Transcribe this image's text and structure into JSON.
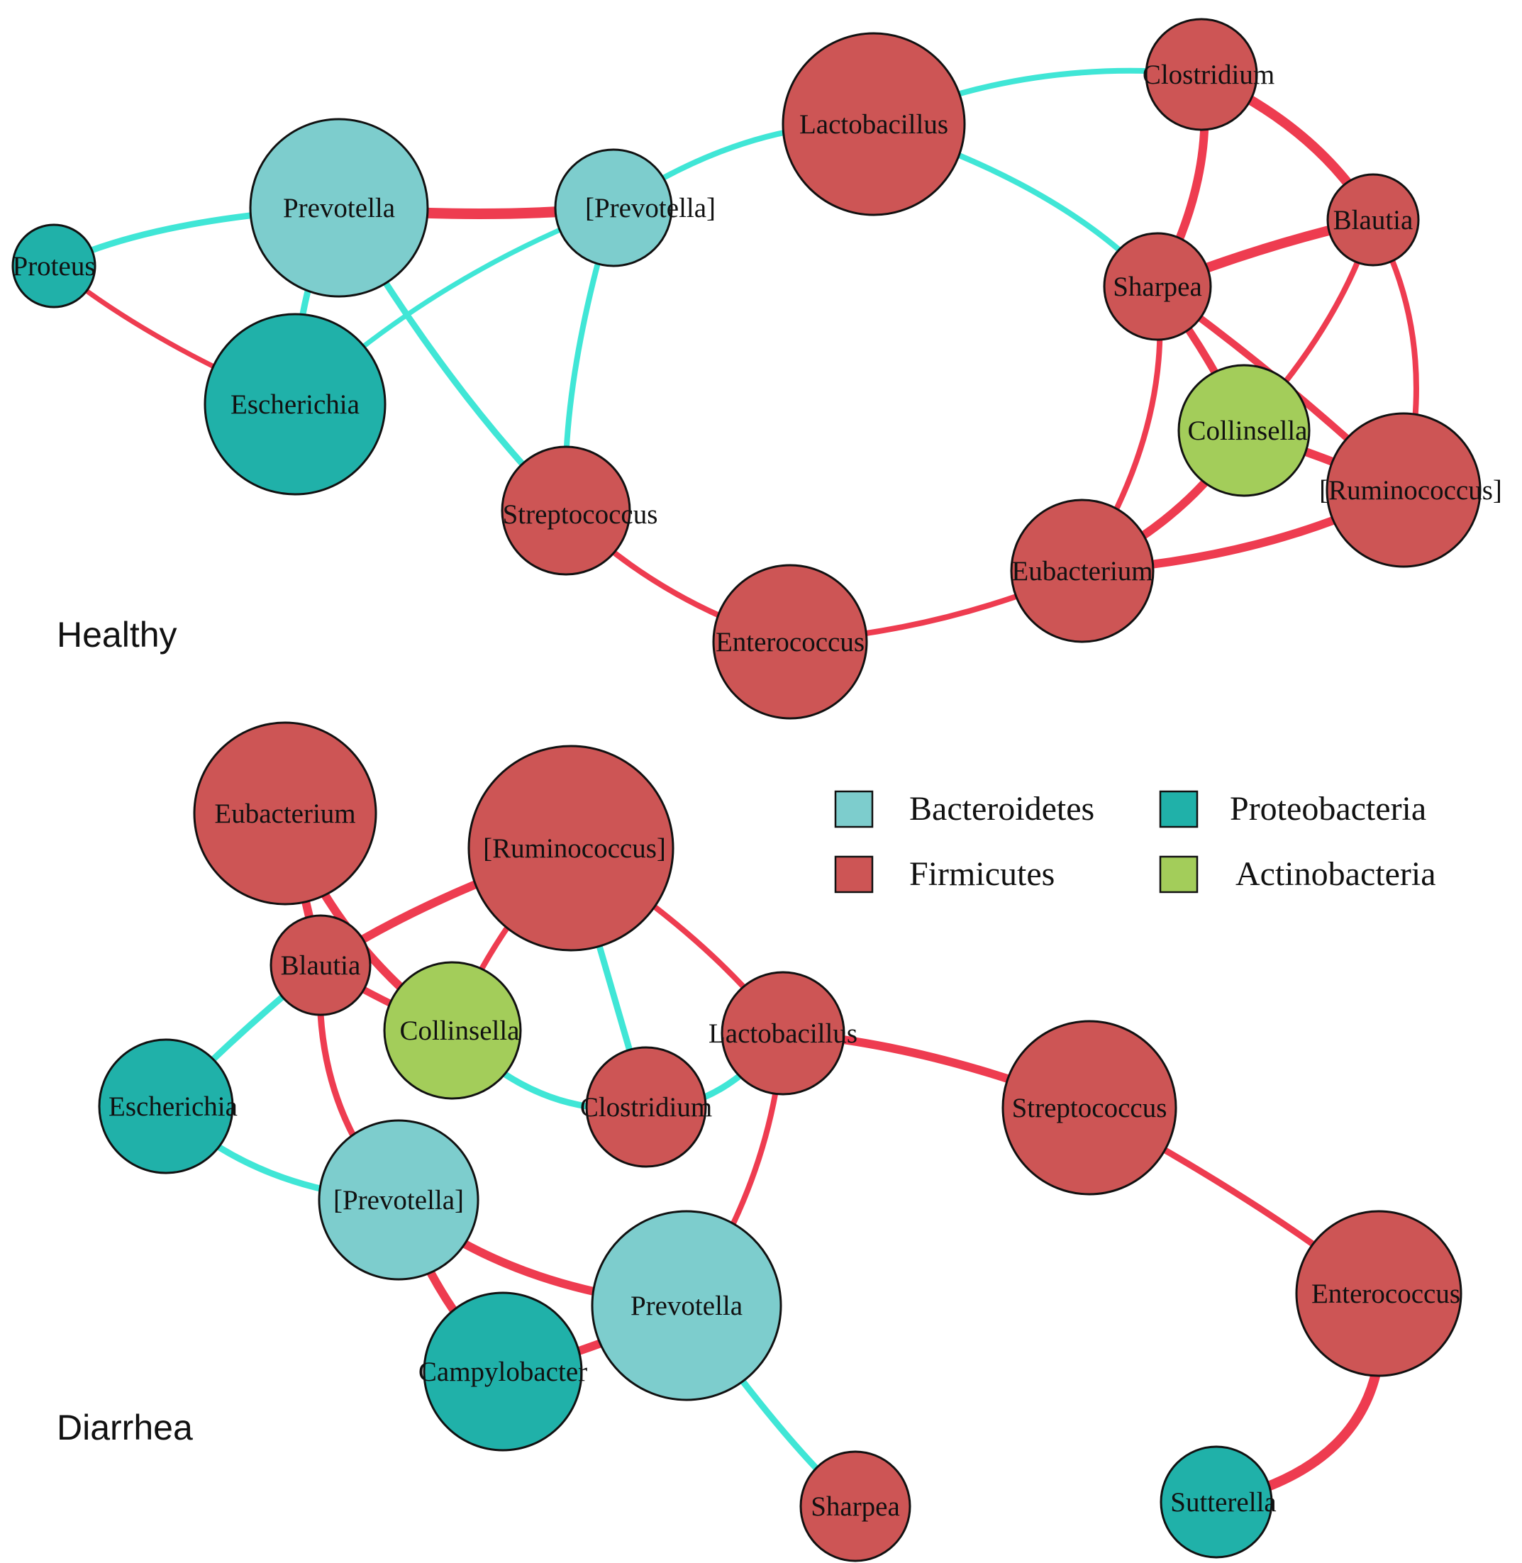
{
  "colors": {
    "bacteroidetes": "#7dcdcd",
    "firmicutes": "#cd5555",
    "proteobacteria": "#20b1a9",
    "actinobacteria": "#a3cd5a",
    "positive_edge": "#ee3c50",
    "negative_edge": "#40e6d6",
    "node_stroke": "#111111"
  },
  "legend": [
    {
      "phylum": "bacteroidetes",
      "label": "Bacteroidetes"
    },
    {
      "phylum": "proteobacteria",
      "label": "Proteobacteria"
    },
    {
      "phylum": "firmicutes",
      "label": "Firmicutes"
    },
    {
      "phylum": "actinobacteria",
      "label": "Actinobacteria"
    }
  ],
  "networks": [
    {
      "id": "healthy",
      "label": "Healthy",
      "nodes": [
        {
          "id": "proteus",
          "label": "Proteus",
          "phylum": "proteobacteria"
        },
        {
          "id": "prevotella",
          "label": "Prevotella",
          "phylum": "bacteroidetes"
        },
        {
          "id": "escherichia",
          "label": "Escherichia",
          "phylum": "proteobacteria"
        },
        {
          "id": "prevotella_b",
          "label": "[Prevotella]",
          "phylum": "bacteroidetes"
        },
        {
          "id": "lactobacillus",
          "label": "Lactobacillus",
          "phylum": "firmicutes"
        },
        {
          "id": "clostridium",
          "label": "Clostridium",
          "phylum": "firmicutes"
        },
        {
          "id": "blautia",
          "label": "Blautia",
          "phylum": "firmicutes"
        },
        {
          "id": "sharpea",
          "label": "Sharpea",
          "phylum": "firmicutes"
        },
        {
          "id": "collinsella",
          "label": "Collinsella",
          "phylum": "actinobacteria"
        },
        {
          "id": "ruminococcus",
          "label": "[Ruminococcus]",
          "phylum": "firmicutes"
        },
        {
          "id": "streptococcus",
          "label": "Streptococcus",
          "phylum": "firmicutes"
        },
        {
          "id": "eubacterium",
          "label": "Eubacterium",
          "phylum": "firmicutes"
        },
        {
          "id": "enterococcus",
          "label": "Enterococcus",
          "phylum": "firmicutes"
        }
      ],
      "edges": [
        {
          "source": "proteus",
          "target": "prevotella",
          "sign": "negative"
        },
        {
          "source": "proteus",
          "target": "escherichia",
          "sign": "positive"
        },
        {
          "source": "prevotella",
          "target": "escherichia",
          "sign": "negative"
        },
        {
          "source": "prevotella",
          "target": "prevotella_b",
          "sign": "positive"
        },
        {
          "source": "prevotella",
          "target": "streptococcus",
          "sign": "negative"
        },
        {
          "source": "escherichia",
          "target": "prevotella_b",
          "sign": "negative"
        },
        {
          "source": "prevotella_b",
          "target": "lactobacillus",
          "sign": "negative"
        },
        {
          "source": "prevotella_b",
          "target": "streptococcus",
          "sign": "negative"
        },
        {
          "source": "lactobacillus",
          "target": "clostridium",
          "sign": "negative"
        },
        {
          "source": "lactobacillus",
          "target": "sharpea",
          "sign": "negative"
        },
        {
          "source": "clostridium",
          "target": "sharpea",
          "sign": "positive"
        },
        {
          "source": "clostridium",
          "target": "blautia",
          "sign": "positive"
        },
        {
          "source": "sharpea",
          "target": "blautia",
          "sign": "positive"
        },
        {
          "source": "sharpea",
          "target": "collinsella",
          "sign": "positive"
        },
        {
          "source": "sharpea",
          "target": "ruminococcus",
          "sign": "positive"
        },
        {
          "source": "sharpea",
          "target": "eubacterium",
          "sign": "positive"
        },
        {
          "source": "blautia",
          "target": "collinsella",
          "sign": "positive"
        },
        {
          "source": "blautia",
          "target": "ruminococcus",
          "sign": "positive"
        },
        {
          "source": "collinsella",
          "target": "ruminococcus",
          "sign": "positive"
        },
        {
          "source": "collinsella",
          "target": "eubacterium",
          "sign": "positive"
        },
        {
          "source": "ruminococcus",
          "target": "eubacterium",
          "sign": "positive"
        },
        {
          "source": "streptococcus",
          "target": "enterococcus",
          "sign": "positive"
        },
        {
          "source": "enterococcus",
          "target": "eubacterium",
          "sign": "positive"
        }
      ]
    },
    {
      "id": "diarrhea",
      "label": "Diarrhea",
      "nodes": [
        {
          "id": "eubacterium",
          "label": "Eubacterium",
          "phylum": "firmicutes"
        },
        {
          "id": "ruminococcus",
          "label": "[Ruminococcus]",
          "phylum": "firmicutes"
        },
        {
          "id": "blautia",
          "label": "Blautia",
          "phylum": "firmicutes"
        },
        {
          "id": "collinsella",
          "label": "Collinsella",
          "phylum": "actinobacteria"
        },
        {
          "id": "lactobacillus",
          "label": "Lactobacillus",
          "phylum": "firmicutes"
        },
        {
          "id": "clostridium",
          "label": "Clostridium",
          "phylum": "firmicutes"
        },
        {
          "id": "escherichia",
          "label": "Escherichia",
          "phylum": "proteobacteria"
        },
        {
          "id": "streptococcus",
          "label": "Streptococcus",
          "phylum": "firmicutes"
        },
        {
          "id": "prevotella_b",
          "label": "[Prevotella]",
          "phylum": "bacteroidetes"
        },
        {
          "id": "prevotella",
          "label": "Prevotella",
          "phylum": "bacteroidetes"
        },
        {
          "id": "campylobacter",
          "label": "Campylobacter",
          "phylum": "proteobacteria"
        },
        {
          "id": "enterococcus",
          "label": "Enterococcus",
          "phylum": "firmicutes"
        },
        {
          "id": "sharpea",
          "label": "Sharpea",
          "phylum": "firmicutes"
        },
        {
          "id": "sutterella",
          "label": "Sutterella",
          "phylum": "proteobacteria"
        }
      ],
      "edges": [
        {
          "source": "eubacterium",
          "target": "blautia",
          "sign": "positive"
        },
        {
          "source": "eubacterium",
          "target": "collinsella",
          "sign": "positive"
        },
        {
          "source": "blautia",
          "target": "ruminococcus",
          "sign": "positive"
        },
        {
          "source": "blautia",
          "target": "collinsella",
          "sign": "positive"
        },
        {
          "source": "blautia",
          "target": "escherichia",
          "sign": "negative"
        },
        {
          "source": "blautia",
          "target": "prevotella_b",
          "sign": "positive"
        },
        {
          "source": "ruminococcus",
          "target": "collinsella",
          "sign": "positive"
        },
        {
          "source": "ruminococcus",
          "target": "lactobacillus",
          "sign": "positive"
        },
        {
          "source": "ruminococcus",
          "target": "clostridium",
          "sign": "negative"
        },
        {
          "source": "collinsella",
          "target": "clostridium",
          "sign": "negative"
        },
        {
          "source": "clostridium",
          "target": "lactobacillus",
          "sign": "negative"
        },
        {
          "source": "lactobacillus",
          "target": "streptococcus",
          "sign": "positive"
        },
        {
          "source": "lactobacillus",
          "target": "prevotella",
          "sign": "positive"
        },
        {
          "source": "escherichia",
          "target": "prevotella_b",
          "sign": "negative"
        },
        {
          "source": "prevotella_b",
          "target": "prevotella",
          "sign": "positive"
        },
        {
          "source": "prevotella_b",
          "target": "campylobacter",
          "sign": "positive"
        },
        {
          "source": "prevotella",
          "target": "campylobacter",
          "sign": "positive"
        },
        {
          "source": "prevotella",
          "target": "sharpea",
          "sign": "negative"
        },
        {
          "source": "streptococcus",
          "target": "enterococcus",
          "sign": "positive"
        },
        {
          "source": "enterococcus",
          "target": "sutterella",
          "sign": "positive"
        }
      ]
    }
  ]
}
